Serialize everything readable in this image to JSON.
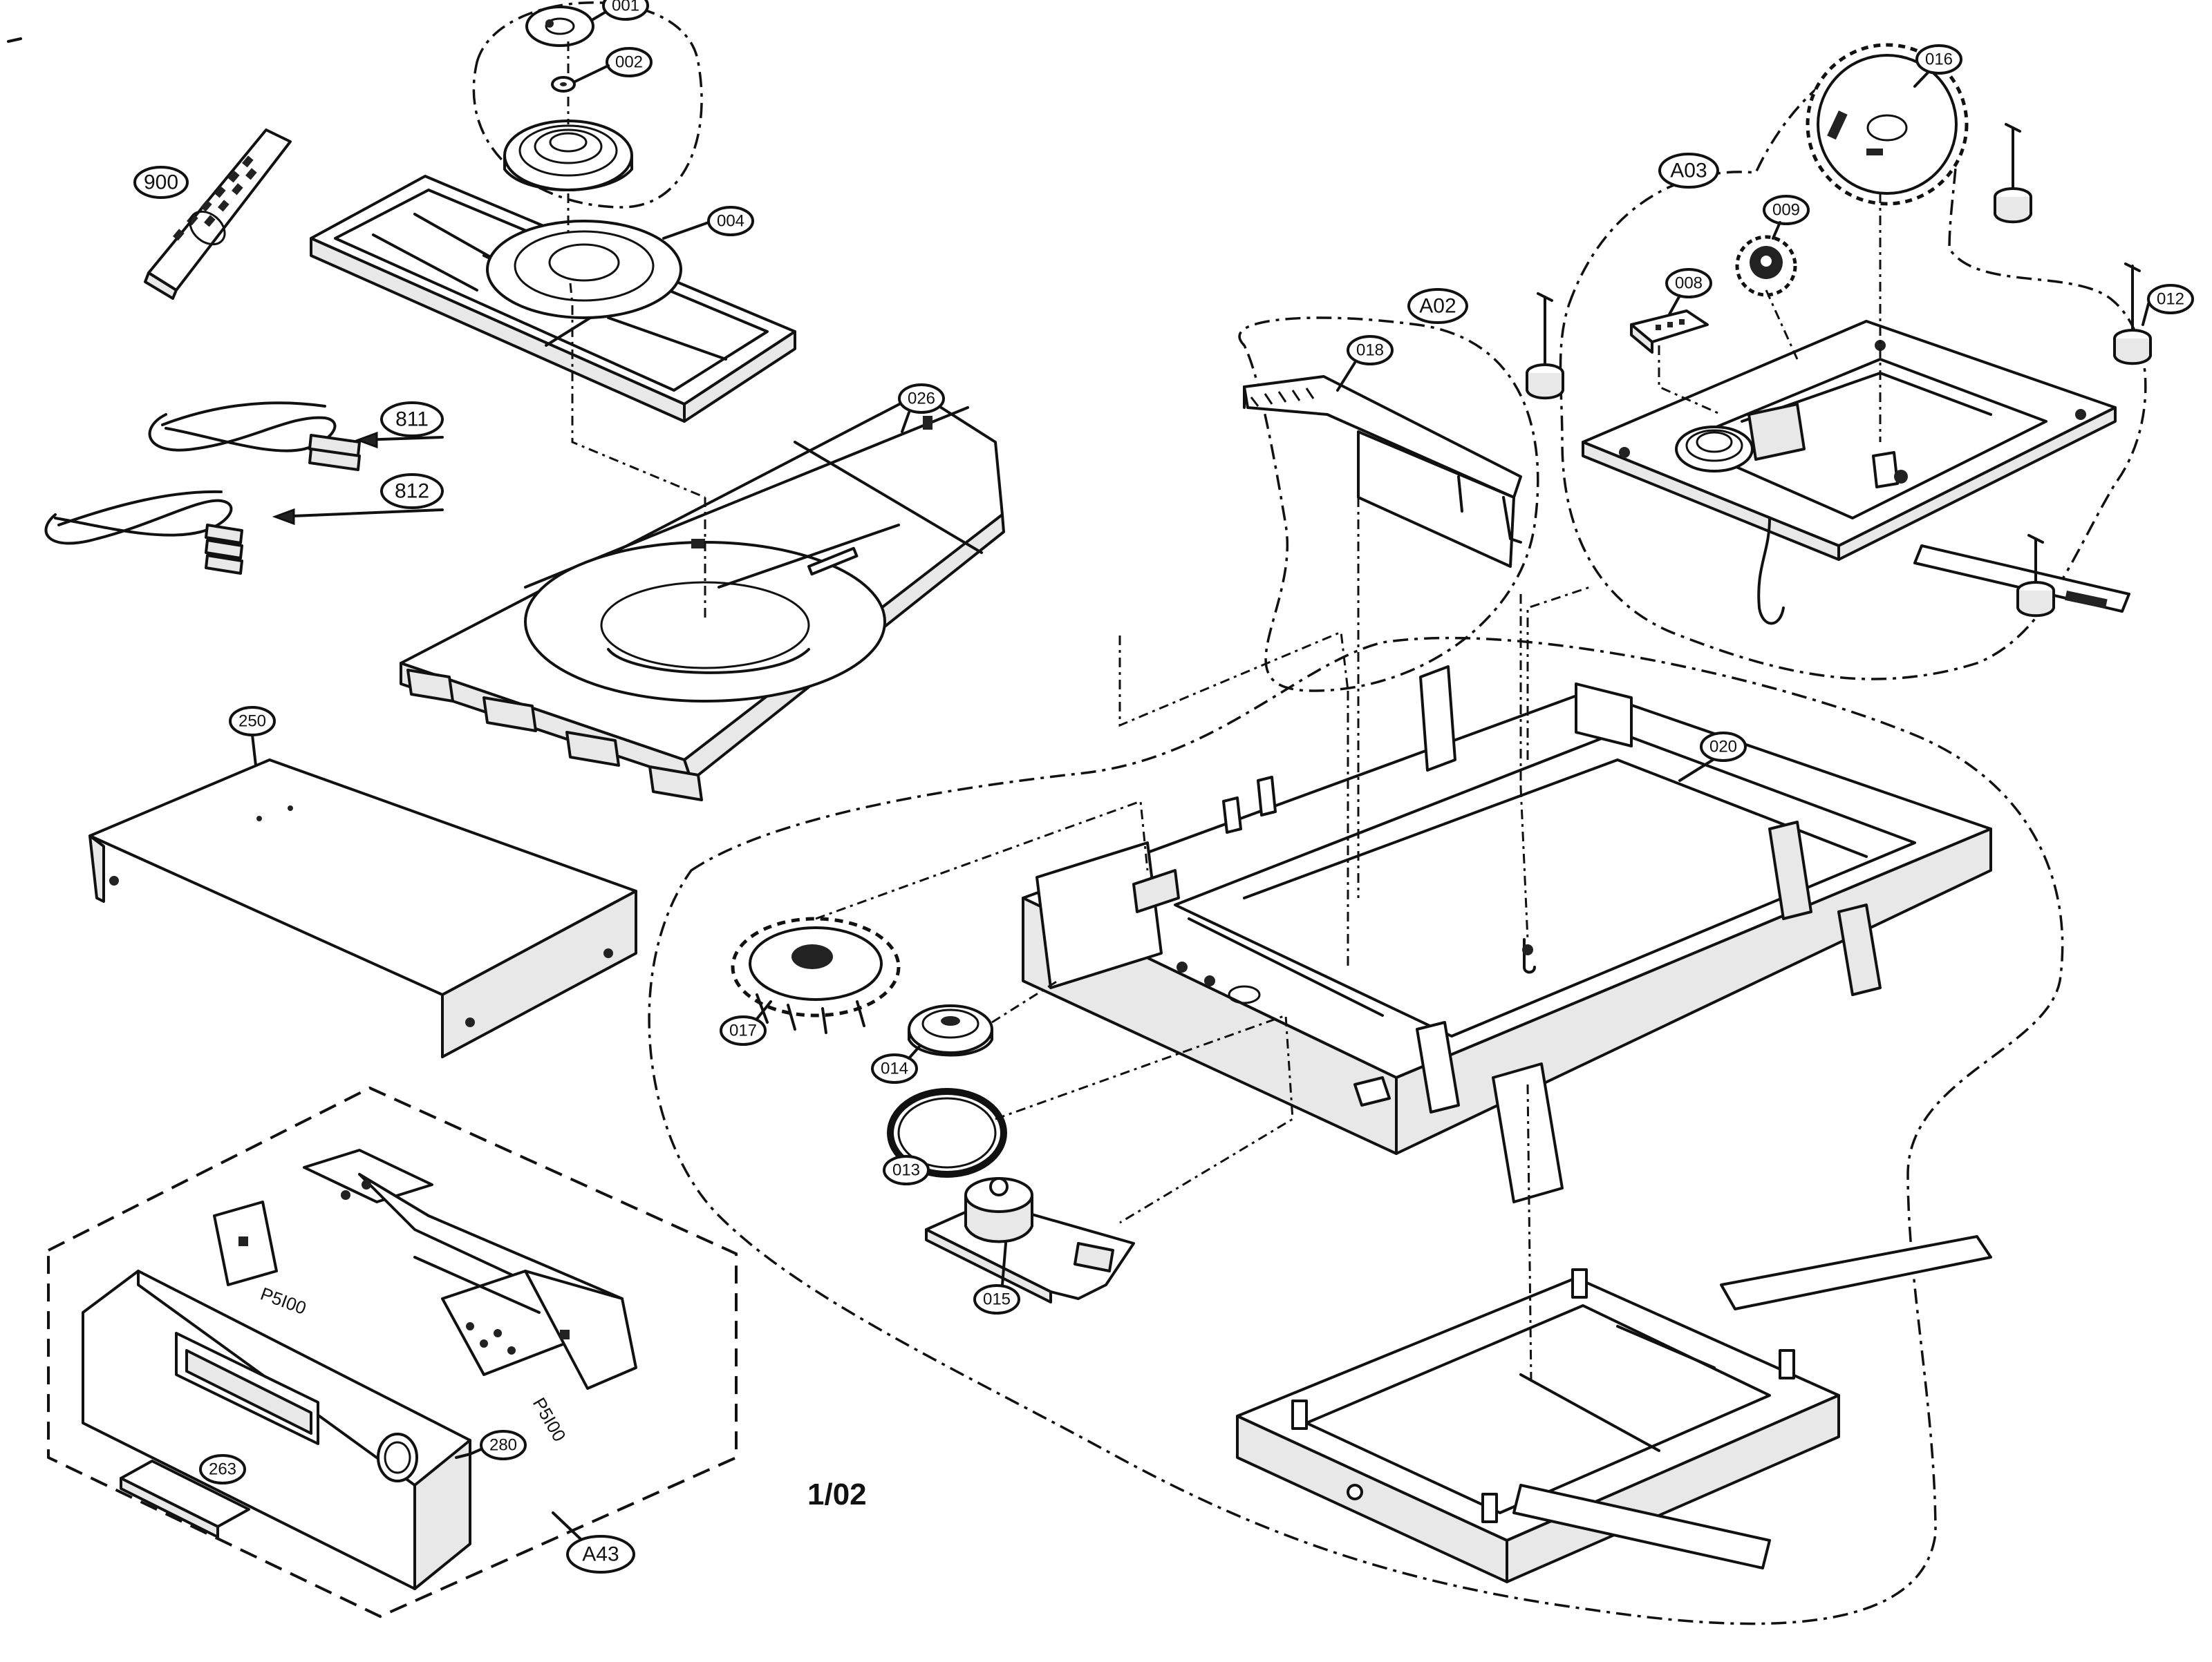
{
  "diagram": {
    "page_number": "1/02",
    "part_labels": {
      "p001": "001",
      "p002": "002",
      "p004": "004",
      "p900": "900",
      "p811": "811",
      "p812": "812",
      "p026": "026",
      "p250": "250",
      "pA02": "A02",
      "p018": "018",
      "pA03": "A03",
      "p016": "016",
      "p009": "009",
      "p008": "008",
      "p012": "012",
      "p020": "020",
      "p017": "017",
      "p014": "014",
      "p013": "013",
      "p015": "015",
      "p263": "263",
      "p280": "280",
      "pA43": "A43"
    },
    "board_labels": {
      "left": "P5I00",
      "right": "P5I00"
    }
  }
}
